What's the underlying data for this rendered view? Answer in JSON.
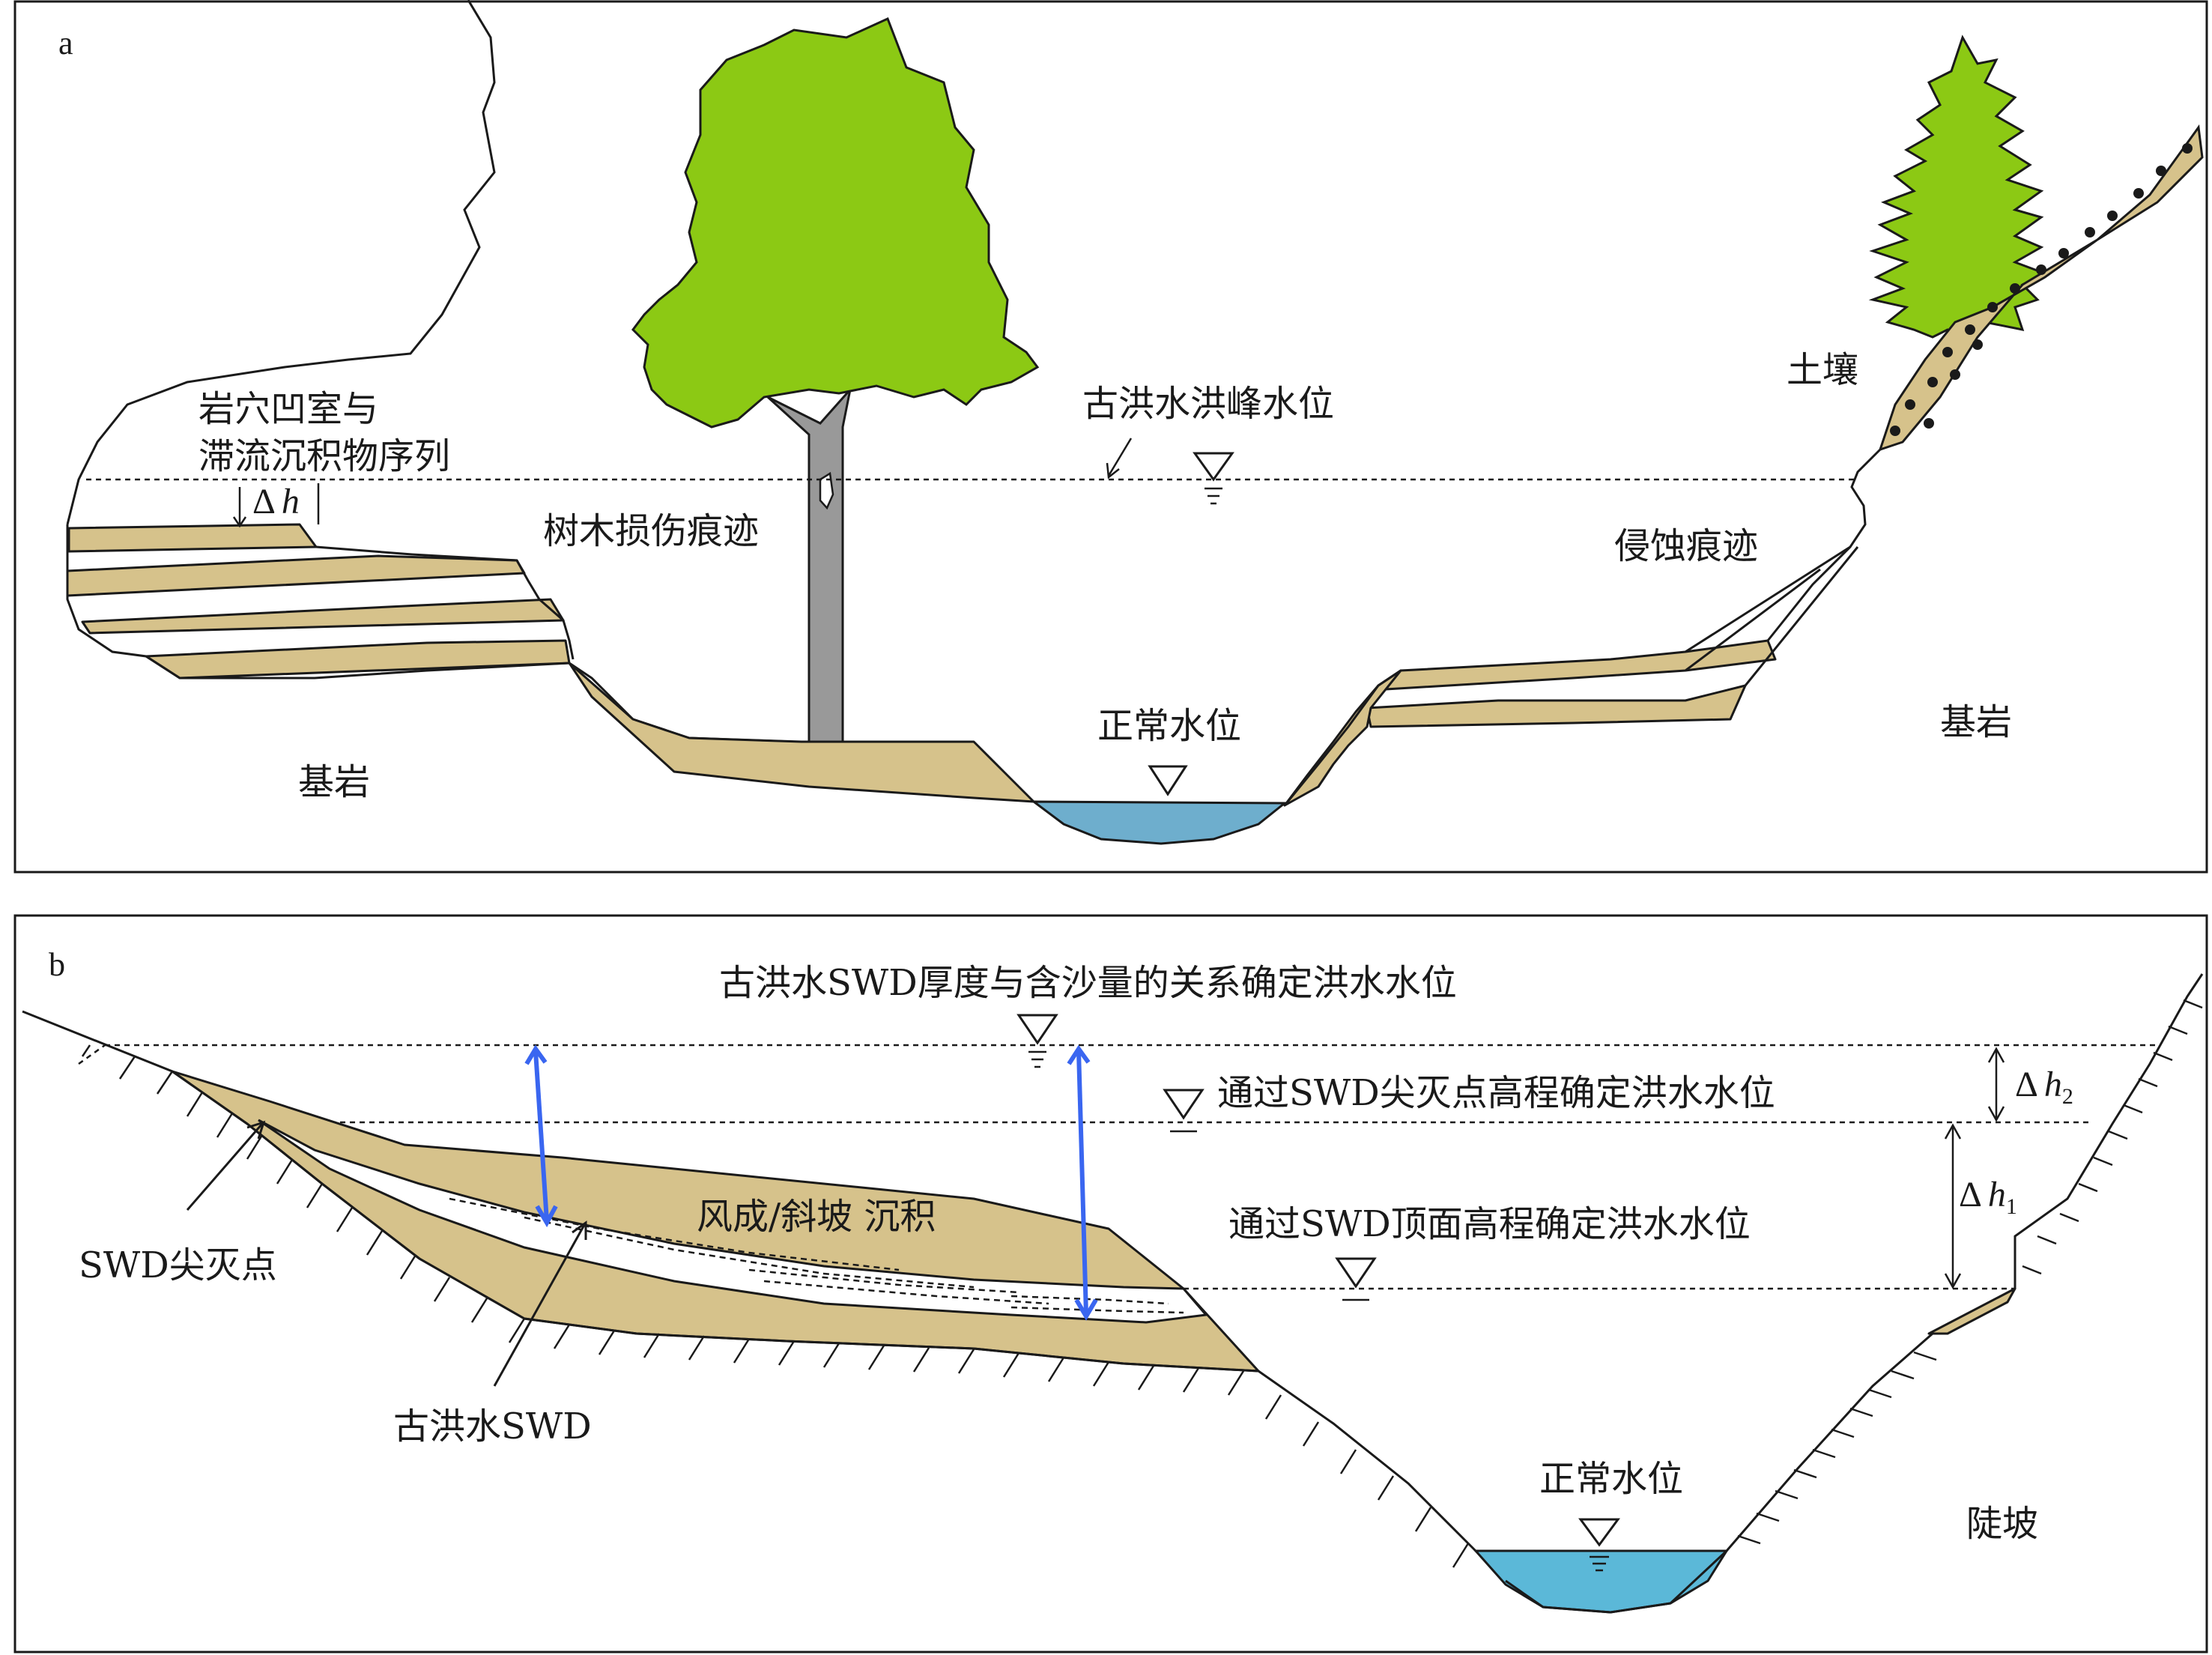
{
  "panel_a": {
    "letter": "a",
    "labels": {
      "alcove_line1": "岩穴凹室与",
      "alcove_line2": "滞流沉积物序列",
      "delta_h": "Δ",
      "delta_h_var": "h",
      "tree_damage": "树木损伤痕迹",
      "paleoflood_peak": "古洪水洪峰水位",
      "erosion": "侵蚀痕迹",
      "soil": "土壤",
      "bedrock_left": "基岩",
      "bedrock_right": "基岩",
      "normal_water": "正常水位"
    },
    "colors": {
      "sediment": "#d6c28b",
      "tree_canopy": "#8cc914",
      "trunk": "#999999",
      "water": "#6eaecd"
    }
  },
  "panel_b": {
    "letter": "b",
    "labels": {
      "stage_method_1": "古洪水SWD厚度与含沙量的关系确定洪水水位",
      "stage_method_2": "通过SWD尖灭点高程确定洪水水位",
      "stage_method_3": "通过SWD顶面高程确定洪水水位",
      "aeolian": "风成/斜坡 沉积",
      "pinchout": "SWD尖灭点",
      "paleoflood_swd": "古洪水SWD",
      "normal_water": "正常水位",
      "steep_slope": "陡坡",
      "delta_h2": "Δ",
      "delta_h2_var": "h",
      "delta_h2_sub": "2",
      "delta_h1": "Δ",
      "delta_h1_var": "h",
      "delta_h1_sub": "1"
    },
    "colors": {
      "sediment": "#d6c28b",
      "arrows": "#3a66f0",
      "water": "#5bb8d8"
    }
  }
}
